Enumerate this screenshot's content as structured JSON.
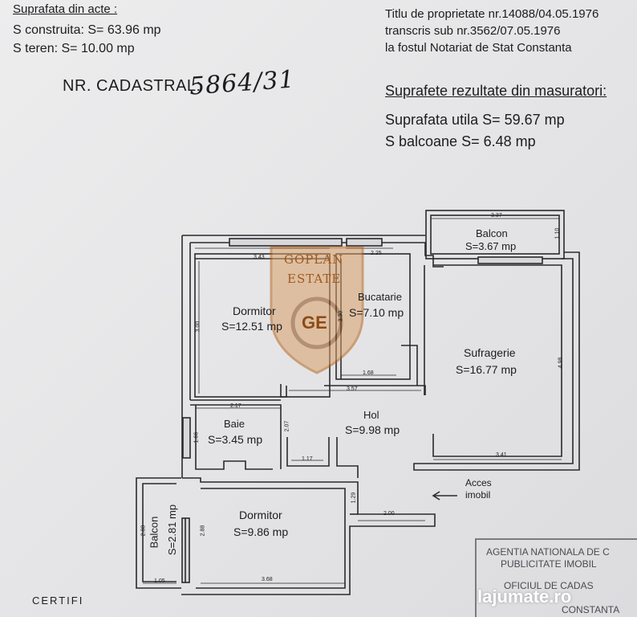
{
  "header": {
    "acte_title": "Suprafata din acte :",
    "s_construita": "S construita: S= 63.96 mp",
    "s_teren": "S teren: S= 10.00 mp",
    "titlu_1": "Titlu de proprietate nr.14088/04.05.1976",
    "titlu_2": "transcris sub nr.3562/07.05.1976",
    "titlu_3": "la fostul Notariat de Stat Constanta",
    "cadastral_label": "NR. CADASTRAL:",
    "cadastral_value": "5864/31",
    "masuratori_title": "Suprafete rezultate din masuratori:",
    "suprafata_utila": "Suprafata utila S= 59.67 mp",
    "s_balcoane": "S balcoane S= 6.48 mp"
  },
  "rooms": {
    "dormitor1_name": "Dormitor",
    "dormitor1_area": "S=12.51 mp",
    "bucatarie_name": "Bucatarie",
    "bucatarie_area": "S=7.10 mp",
    "balcon1_name": "Balcon",
    "balcon1_area": "S=3.67 mp",
    "sufragerie_name": "Sufragerie",
    "sufragerie_area": "S=16.77 mp",
    "baie_name": "Baie",
    "baie_area": "S=3.45 mp",
    "hol_name": "Hol",
    "hol_area": "S=9.98 mp",
    "dormitor2_name": "Dormitor",
    "dormitor2_area": "S=9.86 mp",
    "balcon2_name": "Balcon",
    "balcon2_area": "S=2.81 mp"
  },
  "dimensions": {
    "d_337": "3.37",
    "d_110": "1.10",
    "d_343": "3.43",
    "d_225": "2.25",
    "d_300": "3.00",
    "d_330": "3.30",
    "d_168": "1.68",
    "d_357": "3.57",
    "d_498": "4.98",
    "d_217": "2.17",
    "d_166": "1.66",
    "d_207": "2.07",
    "d_117": "1.17",
    "d_341": "3.41",
    "d_129": "1.29",
    "d_200": "2.00",
    "d_288a": "2.88",
    "d_288b": "2.88",
    "d_105": "1.05",
    "d_368": "3.68"
  },
  "acces": {
    "line1": "Acces",
    "line2": "imobil"
  },
  "stamp": {
    "line1": "AGENTIA NATIONALA DE C",
    "line2": "PUBLICITATE IMOBIL",
    "line3": "OFICIUL DE CADAS",
    "line4": "CONSTANTA"
  },
  "watermark": {
    "line1": "GOPLAN",
    "line2": "ESTATE",
    "mark": "GE"
  },
  "brand": "lajumate.ro",
  "bottom_text": "CERTIFI",
  "colors": {
    "ink": "#1d1d1f",
    "watermark": "#c8863b",
    "paper": "#e9e9ea"
  }
}
